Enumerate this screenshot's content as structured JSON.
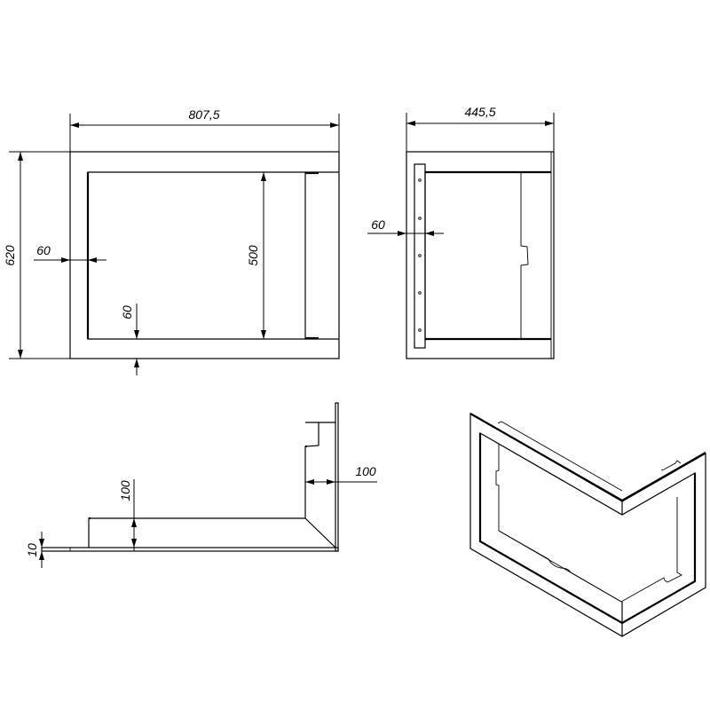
{
  "front_view": {
    "width_dim": "807,5",
    "height_dim": "620",
    "inner_height_dim": "500",
    "side_frame_dim": "60",
    "bottom_frame_dim": "60"
  },
  "side_view": {
    "depth_dim": "445,5",
    "frame_dim": "60"
  },
  "section_view": {
    "step_height_dim": "100",
    "wall_offset_dim": "100",
    "plate_thickness_dim": "10"
  },
  "colors": {
    "line": "#000000",
    "background": "#ffffff"
  }
}
